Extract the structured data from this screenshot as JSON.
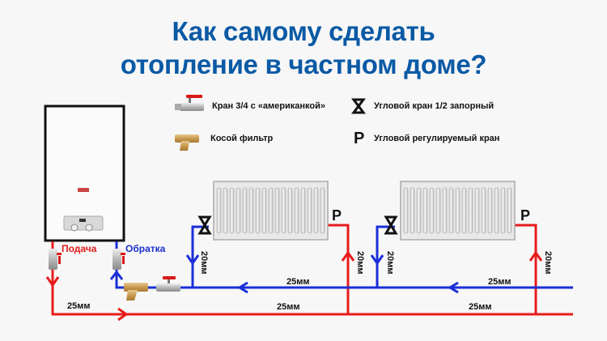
{
  "title": {
    "line1": "Как самому сделать",
    "line2": "отопление в частном доме?"
  },
  "legend": {
    "items": [
      {
        "icon": "ball-valve-union-icon",
        "label": "Кран 3/4 с «американкой»"
      },
      {
        "icon": "y-strainer-icon",
        "label": "Косой фильтр"
      },
      {
        "icon": "angle-shutoff-valve-icon",
        "label": "Угловой кран 1/2 запорный"
      },
      {
        "icon": "angle-regulating-valve-icon",
        "label": "Угловой регулируемый кран",
        "symbol": "P"
      }
    ]
  },
  "diagram": {
    "supply_label": "Подача",
    "return_label": "Обратка",
    "main_pipe_label": "25мм",
    "branch_pipe_label": "20мм",
    "regulating_symbol": "P",
    "colors": {
      "title": "#0a5aa5",
      "supply": "#e81c1c",
      "return": "#1a2fd8",
      "text": "#111111"
    }
  }
}
